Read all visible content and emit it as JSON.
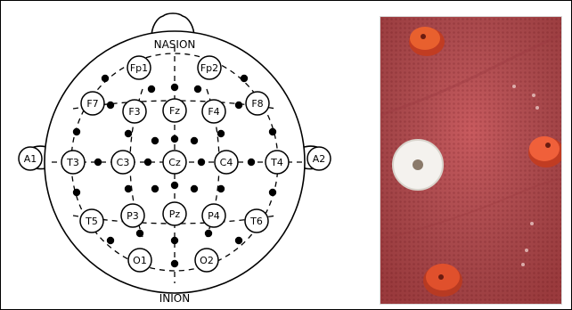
{
  "diagram": {
    "top_label": "NASION",
    "bottom_label": "INION",
    "electrodes": [
      {
        "id": "Fp1",
        "label": "Fp1"
      },
      {
        "id": "Fp2",
        "label": "Fp2"
      },
      {
        "id": "F7",
        "label": "F7"
      },
      {
        "id": "F3",
        "label": "F3"
      },
      {
        "id": "Fz",
        "label": "Fz"
      },
      {
        "id": "F4",
        "label": "F4"
      },
      {
        "id": "F8",
        "label": "F8"
      },
      {
        "id": "A1",
        "label": "A1"
      },
      {
        "id": "T3",
        "label": "T3"
      },
      {
        "id": "C3",
        "label": "C3"
      },
      {
        "id": "Cz",
        "label": "Cz"
      },
      {
        "id": "C4",
        "label": "C4"
      },
      {
        "id": "T4",
        "label": "T4"
      },
      {
        "id": "A2",
        "label": "A2"
      },
      {
        "id": "T5",
        "label": "T5"
      },
      {
        "id": "P3",
        "label": "P3"
      },
      {
        "id": "Pz",
        "label": "Pz"
      },
      {
        "id": "P4",
        "label": "P4"
      },
      {
        "id": "T6",
        "label": "T6"
      },
      {
        "id": "O1",
        "label": "O1"
      },
      {
        "id": "O2",
        "label": "O2"
      }
    ]
  },
  "photo": {
    "subject": "red mesh cap with electrodes",
    "colors": {
      "mesh": "#c85a5e",
      "mesh_dark": "#a8444a",
      "electrode_red": "#e0502c",
      "electrode_white": "#f4f2ee"
    }
  }
}
